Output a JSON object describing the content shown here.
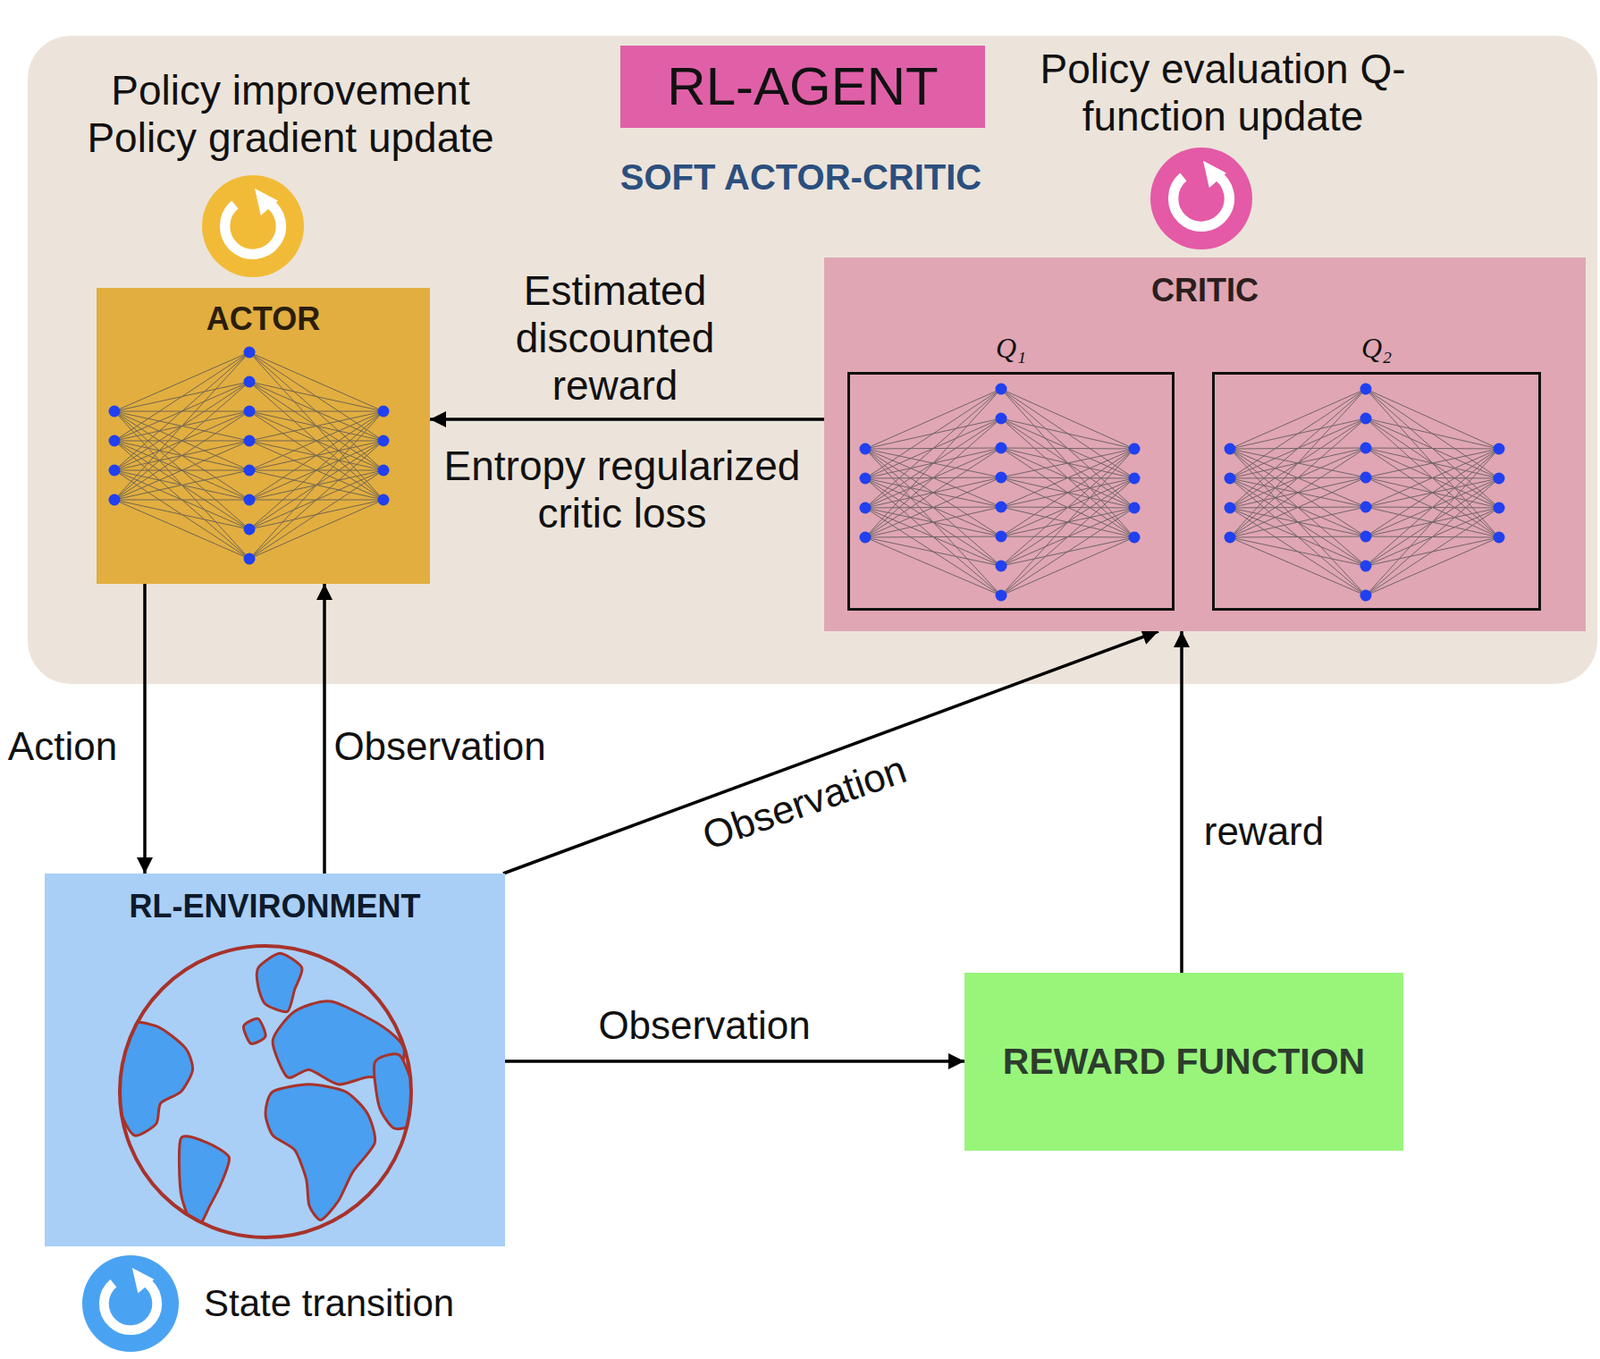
{
  "diagram": {
    "nodes": [
      {
        "text": [
          "RL-AGENT",
          "SOFT ACTOR-CRITIC"
        ]
      },
      {
        "text": [
          "ACTOR"
        ],
        "in": 0
      },
      {
        "text": [
          "CRITIC"
        ],
        "in": 0
      },
      {
        "text": [
          "Q₁"
        ],
        "in": 2
      },
      {
        "text": [
          "Q₂"
        ],
        "in": 2
      },
      {
        "text": [
          "RL-ENVIRONMENT"
        ]
      },
      {
        "text": [
          "REWARD FUNCTION"
        ]
      }
    ],
    "edges": [
      {
        "from": 2,
        "to": 1,
        "arrow": "to",
        "label": "Estimated discounted reward"
      },
      {
        "from": 1,
        "to": 5,
        "arrow": "to",
        "label": "Action"
      },
      {
        "from": 5,
        "to": 1,
        "arrow": "to",
        "label": "Observation"
      },
      {
        "from": 5,
        "to": 2,
        "arrow": "to",
        "label": "Observation"
      },
      {
        "from": 6,
        "to": 2,
        "arrow": "to",
        "label": "reward"
      },
      {
        "from": 5,
        "to": 6,
        "arrow": "to",
        "label": "Observation"
      }
    ],
    "labels": [
      "Policy improvement Policy gradient update",
      "Policy evaluation Q-function update",
      "Entropy regularized critic loss",
      "State transition"
    ]
  }
}
